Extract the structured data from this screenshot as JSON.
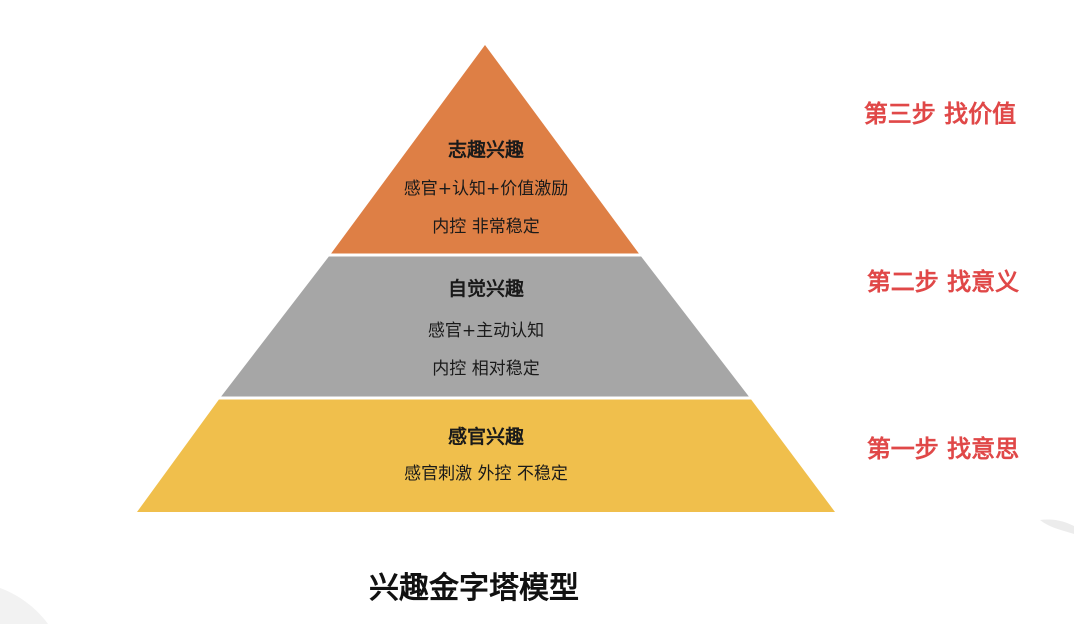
{
  "title": "兴趣金字塔模型",
  "colors": {
    "top_layer": "#DE7F45",
    "middle_layer": "#A6A6A6",
    "bottom_layer": "#F0BF4C",
    "step_text": "#E04848",
    "divider": "#ffffff"
  },
  "layers": [
    {
      "title": "志趣兴趣",
      "lines": [
        "感官+认知+价值激励",
        "内控 非常稳定"
      ]
    },
    {
      "title": "自觉兴趣",
      "lines": [
        "感官+主动认知",
        "内控 相对稳定"
      ]
    },
    {
      "title": "感官兴趣",
      "lines": [
        "感官刺激 外控 不稳定"
      ]
    }
  ],
  "steps": [
    "第三步 找价值",
    "第二步 找意义",
    "第一步 找意思"
  ]
}
